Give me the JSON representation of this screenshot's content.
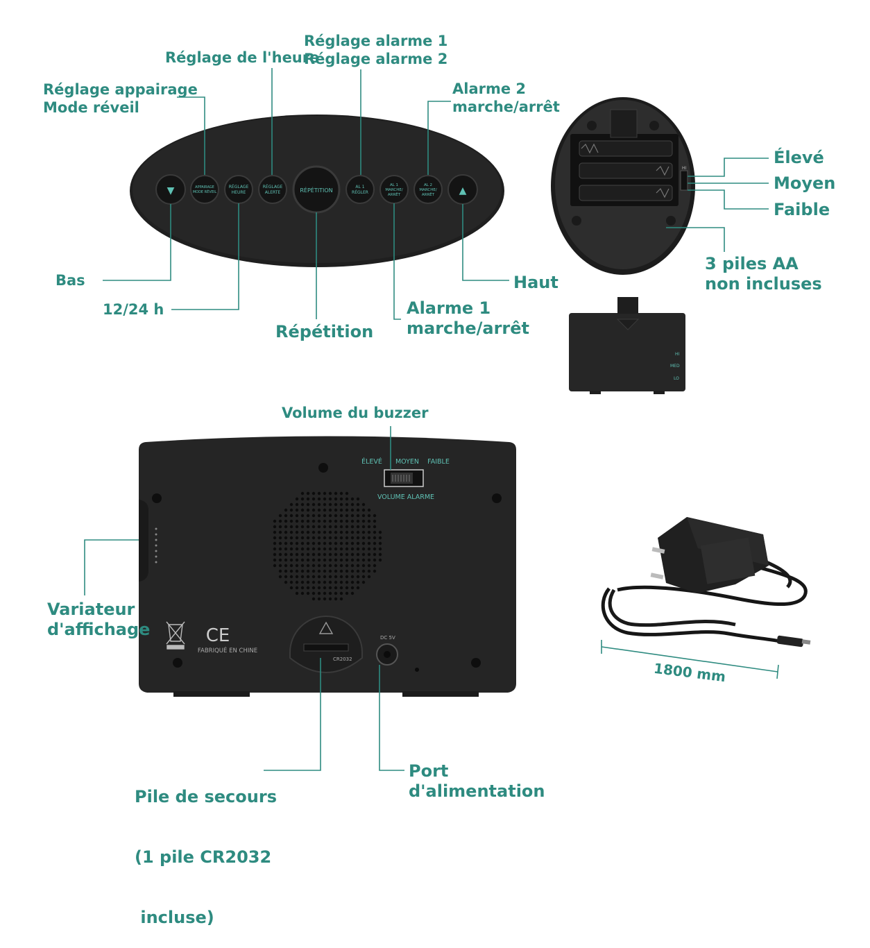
{
  "colors": {
    "accent": "#2e8b80",
    "device_body": "#2a2a2a",
    "device_dark": "#1c1c1c",
    "button_text": "#5fc1b4",
    "white": "#ffffff"
  },
  "front_panel": {
    "buttons": [
      {
        "id": "down",
        "label": "▼"
      },
      {
        "id": "appairage",
        "label": "APPAIRAGE MODE RÉVEIL"
      },
      {
        "id": "heure",
        "label": "RÉGLAGE HEURE"
      },
      {
        "id": "alerte",
        "label": "RÉGLAGE ALERTE"
      },
      {
        "id": "repetition",
        "label": "RÉPÉTITION"
      },
      {
        "id": "al1_regler",
        "label": "AL 1 RÉGLER"
      },
      {
        "id": "al1_marche",
        "label": "AL 1 MARCHE/ ARRÊT"
      },
      {
        "id": "al2_marche",
        "label": "AL 2 MARCHE/ ARRÊT"
      },
      {
        "id": "up",
        "label": "▲"
      }
    ],
    "callouts": {
      "reglage_appairage": [
        "Réglage appairage",
        "Mode réveil"
      ],
      "reglage_heure": [
        "Réglage de l'heure"
      ],
      "reglage_alarme": [
        "Réglage alarme 1",
        "Réglage alarme 2"
      ],
      "alarme2": [
        "Alarme 2",
        "marche/arrêt"
      ],
      "bas": [
        "Bas"
      ],
      "format_12_24": [
        "12/24 h"
      ],
      "repetition": [
        "Répétition"
      ],
      "alarme1": [
        "Alarme 1",
        "marche/arrêt"
      ],
      "haut": [
        "Haut"
      ]
    }
  },
  "battery_view": {
    "callouts": {
      "eleve": "Élevé",
      "moyen": "Moyen",
      "faible": "Faible",
      "piles": [
        "3 piles AA",
        "non incluses"
      ]
    },
    "switch_label": "HI",
    "cover_labels": [
      "HI",
      "MED",
      "LO"
    ]
  },
  "back_view": {
    "callouts": {
      "volume_buzzer": "Volume du buzzer",
      "variateur": [
        "Variateur",
        "d'affichage"
      ],
      "pile_secours": [
        "Pile de secours",
        "(1 pile CR2032",
        " incluse)"
      ],
      "port": [
        "Port",
        "d'alimentation"
      ]
    },
    "switch_labels": {
      "eleve": "ÉLEVÉ",
      "moyen": "MOYEN",
      "faible": "FAIBLE",
      "volume": "VOLUME ALARME"
    },
    "made_in": "FABRIQUÉ EN CHINE",
    "ce_mark": "CE",
    "dc_label": "DC 5V",
    "coin_cell": "CR2032"
  },
  "adapter": {
    "cable_length": "1800 mm"
  }
}
